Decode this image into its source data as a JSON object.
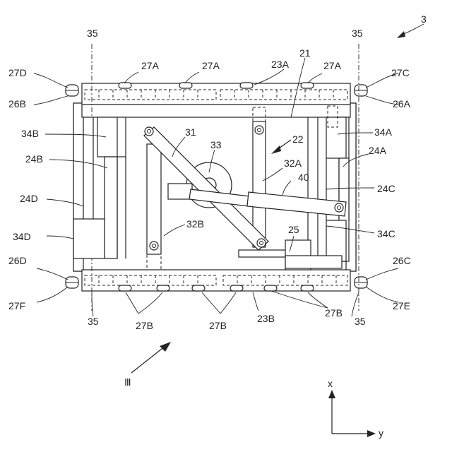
{
  "figure_number": "3",
  "view_label": "Ⅲ",
  "axes": {
    "x": "x",
    "y": "y"
  },
  "labels": {
    "l35_tl": "35",
    "l35_tr": "35",
    "l35_bl": "35",
    "l35_br": "35",
    "l27A_1": "27A",
    "l27A_2": "27A",
    "l27A_3": "27A",
    "l23A": "23A",
    "l21": "21",
    "l27C": "27C",
    "l27D": "27D",
    "l26A": "26A",
    "l26B": "26B",
    "l34A": "34A",
    "l34B": "34B",
    "l31": "31",
    "l22": "22",
    "l33": "33",
    "l24A": "24A",
    "l24B": "24B",
    "l32A": "32A",
    "l40": "40",
    "l24C": "24C",
    "l24D": "24D",
    "l32B": "32B",
    "l25": "25",
    "l34C": "34C",
    "l34D": "34D",
    "l26C": "26C",
    "l26D": "26D",
    "l27E": "27E",
    "l27F": "27F",
    "l27B_1": "27B",
    "l27B_2": "27B",
    "l27B_3": "27B",
    "l23B": "23B"
  }
}
